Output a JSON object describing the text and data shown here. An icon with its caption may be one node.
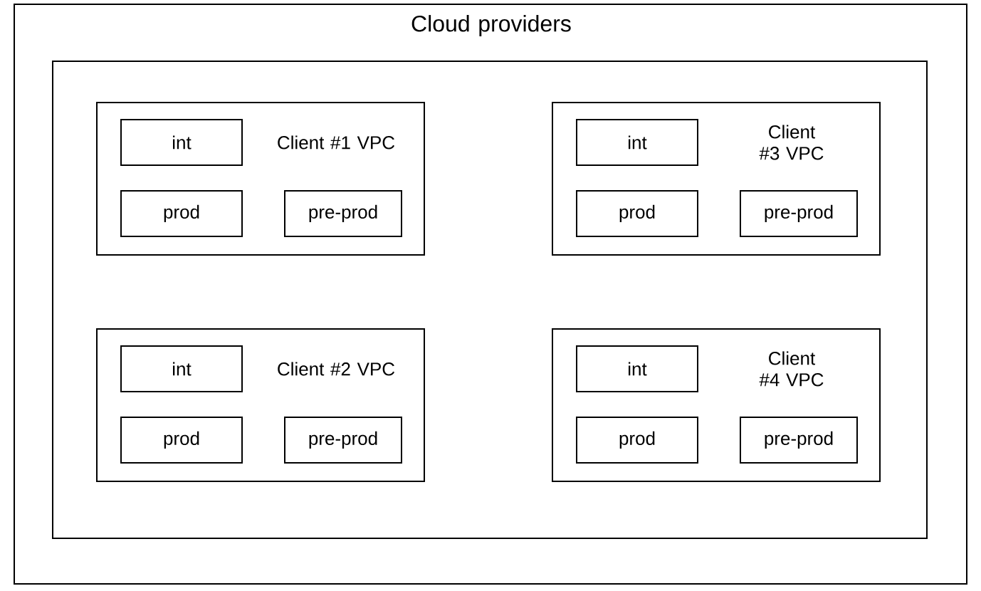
{
  "diagram": {
    "nodes": [
      {
        "text": [
          "Cloud providers"
        ]
      },
      {
        "text": [],
        "shape": "box",
        "in": 0
      },
      {
        "text": [
          "Client #1 VPC"
        ],
        "in": 1
      },
      {
        "text": [
          "int"
        ],
        "in": 2
      },
      {
        "text": [
          "prod"
        ],
        "in": 2
      },
      {
        "text": [
          "pre-prod"
        ],
        "in": 2
      },
      {
        "text": [
          "Client #3 VPC"
        ],
        "in": 1
      },
      {
        "text": [
          "int"
        ],
        "in": 6
      },
      {
        "text": [
          "prod"
        ],
        "in": 6
      },
      {
        "text": [
          "pre-prod"
        ],
        "in": 6
      },
      {
        "text": [
          "Client #2 VPC"
        ],
        "in": 1
      },
      {
        "text": [
          "int"
        ],
        "in": 10
      },
      {
        "text": [
          "prod"
        ],
        "in": 10
      },
      {
        "text": [
          "pre-prod"
        ],
        "in": 10
      },
      {
        "text": [
          "Client #4 VPC"
        ],
        "in": 1
      },
      {
        "text": [
          "int"
        ],
        "in": 14
      },
      {
        "text": [
          "prod"
        ],
        "in": 14
      },
      {
        "text": [
          "pre-prod"
        ],
        "in": 14
      }
    ]
  }
}
